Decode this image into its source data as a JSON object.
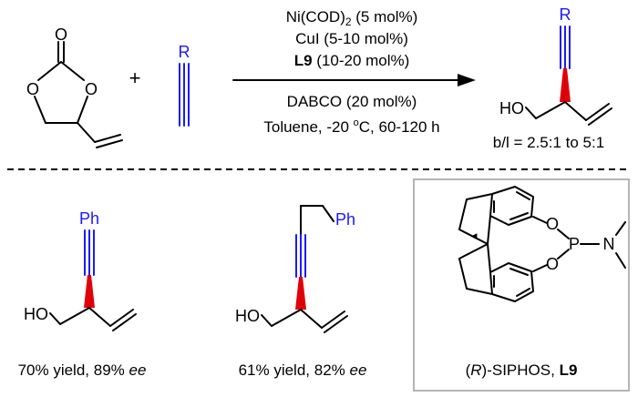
{
  "reaction": {
    "reactant_atoms": {
      "carbonyl_o": "O",
      "ring_o_left": "O",
      "ring_o_right": "O"
    },
    "plus": "+",
    "alkyne_label": "R",
    "conditions_above": {
      "line1_main": "Ni(COD)",
      "line1_sub": "2",
      "line1_tail": " (5 mol%)",
      "line2": "CuI (5-10 mol%)",
      "line3_bold": "L9",
      "line3_tail": " (10-20 mol%)"
    },
    "conditions_below": {
      "line1": "DABCO (20 mol%)",
      "line2_main": "Toluene,  -20 ",
      "line2_sup": "o",
      "line2_tail": "C, 60-120 h"
    },
    "product_r": "R",
    "product_ho": "HO",
    "selectivity": "b/l = 2.5:1 to 5:1"
  },
  "examples": [
    {
      "substituent": "Ph",
      "ho": "HO",
      "yield_text": "70% yield, 89% ",
      "ee": "ee"
    },
    {
      "substituent": "Ph",
      "ho": "HO",
      "yield_text": "61% yield, 82% ",
      "ee": "ee"
    }
  ],
  "ligand": {
    "atoms": {
      "o_top": "O",
      "o_bottom": "O",
      "p": "P",
      "n": "N"
    },
    "caption_open": "(",
    "caption_italic": "R",
    "caption_mid": ")-SIPHOS, ",
    "caption_bold": "L9"
  },
  "colors": {
    "alkyne": "#1a1aff",
    "wedge": "#e0000a",
    "box_border": "#b5b5b5",
    "text": "#000000"
  }
}
